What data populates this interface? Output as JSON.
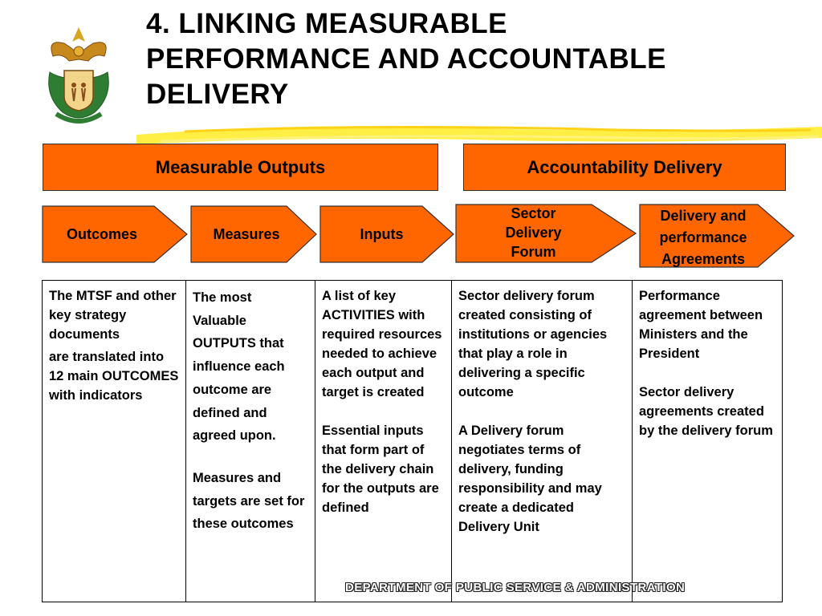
{
  "title": {
    "line1": "4. LINKING MEASURABLE",
    "line2": "PERFORMANCE AND ACCOUNTABLE",
    "line3": "DELIVERY"
  },
  "headers": {
    "left": "Measurable Outputs",
    "right": "Accountability Delivery"
  },
  "steps": [
    {
      "label": "Outcomes"
    },
    {
      "label": "Measures"
    },
    {
      "label": "Inputs"
    },
    {
      "label": "Sector\nDelivery\nForum"
    },
    {
      "label": "Delivery and\nperformance\nAgreements"
    }
  ],
  "columns": [
    {
      "paragraphs": [
        "The MTSF and other key strategy documents",
        "are translated into 12 main OUTCOMES with indicators"
      ]
    },
    {
      "paragraphs": [
        "The most Valuable OUTPUTS that influence each outcome are defined and agreed upon.",
        "Measures and targets are set for these outcomes"
      ]
    },
    {
      "paragraphs": [
        "A list of key ACTIVITIES with required resources needed to achieve each output and target is created",
        "Essential inputs that form part of the delivery chain for the outputs are defined"
      ]
    },
    {
      "paragraphs": [
        "Sector delivery forum created consisting of institutions or agencies that play a role in delivering a specific outcome",
        "A Delivery forum negotiates terms of delivery, funding responsibility and may create a dedicated Delivery Unit"
      ]
    },
    {
      "paragraphs": [
        "Performance agreement between Ministers and the President",
        "Sector delivery agreements created by the delivery forum"
      ]
    }
  ],
  "footer": "DEPARTMENT OF PUBLIC SERVICE & ADMINISTRATION",
  "colors": {
    "accent": "#ff6600",
    "brush": "#ffee44"
  }
}
